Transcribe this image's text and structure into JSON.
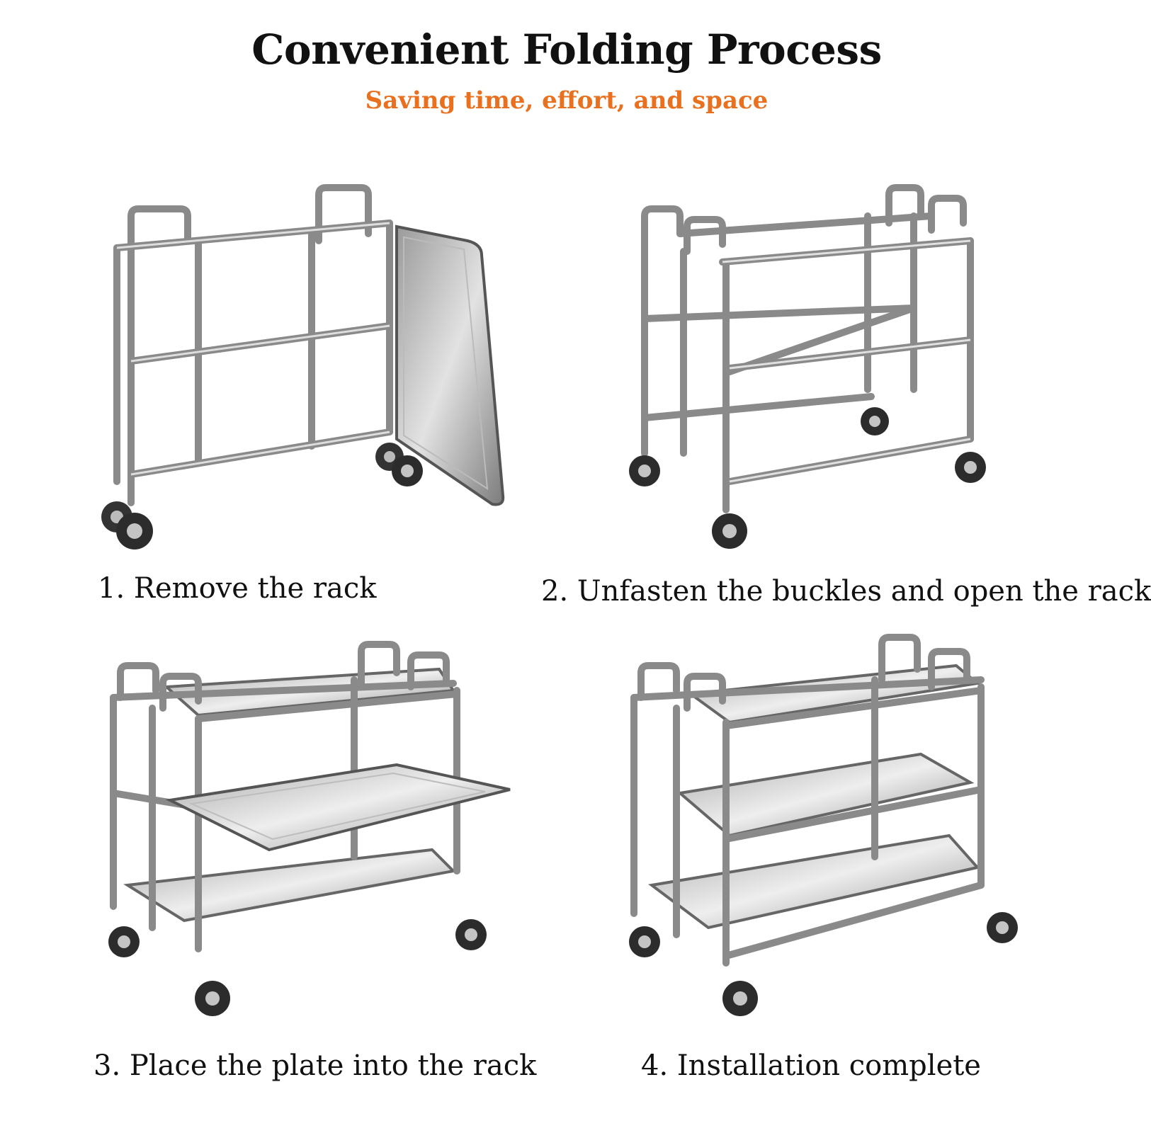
{
  "header": {
    "title": "Convenient Folding Process",
    "subtitle": "Saving time, effort, and space"
  },
  "colors": {
    "title": "#111111",
    "subtitle_accent": "#e8701f",
    "steel_dark": "#6e6e6e",
    "steel_light": "#d9d9d9",
    "wheel": "#333333"
  },
  "steps": [
    {
      "label": "1. Remove the rack",
      "image": "folded-trolley-with-tray-removed"
    },
    {
      "label": "2. Unfasten the buckles and open the rack",
      "image": "opened-trolley-frame"
    },
    {
      "label": "3. Place the plate into the rack",
      "image": "trolley-with-tray-being-inserted"
    },
    {
      "label": "4. Installation complete",
      "image": "assembled-three-tier-trolley"
    }
  ]
}
